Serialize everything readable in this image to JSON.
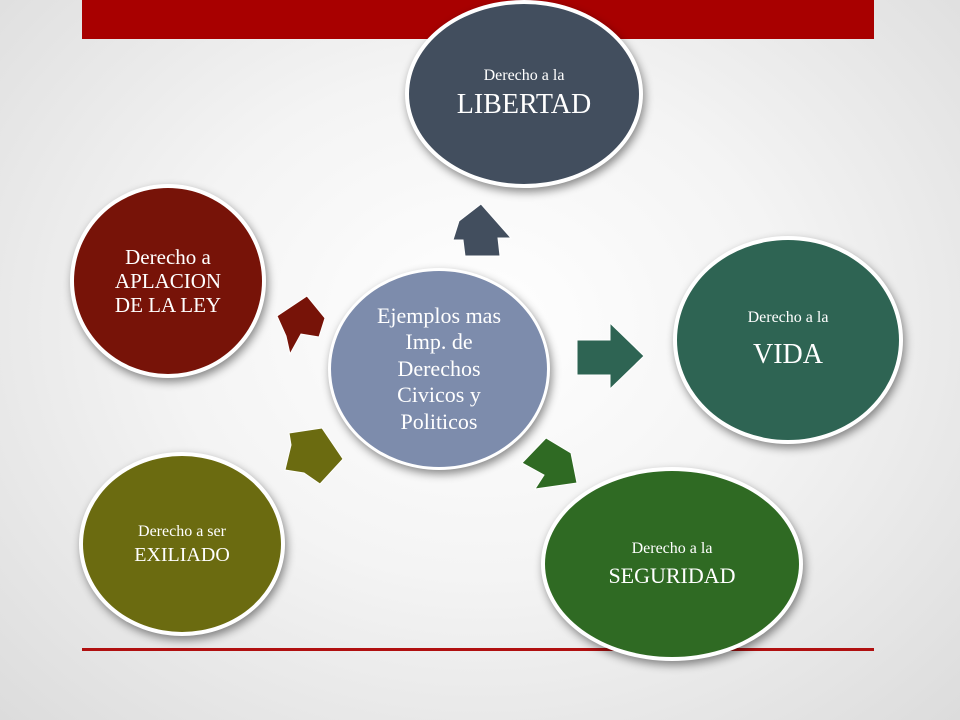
{
  "colors": {
    "top_bar": "#a80000",
    "bottom_line": "#b01010",
    "center": "#7d8cac",
    "libertad": "#424e5e",
    "vida": "#2e6453",
    "seguridad": "#2f6a23",
    "exiliado": "#6b6b10",
    "aplicacion": "#771308"
  },
  "center": {
    "lines": [
      "Ejemplos mas",
      "Imp. de",
      "Derechos",
      "Civicos y",
      "Politicos"
    ]
  },
  "nodes": {
    "libertad": {
      "small": "Derecho  a la",
      "large": "LIBERTAD"
    },
    "vida": {
      "small": "Derecho  a la",
      "large": "VIDA"
    },
    "seguridad": {
      "small": "Derecho a la",
      "large": "SEGURIDAD"
    },
    "exiliado": {
      "small": "Derecho  a ser",
      "large": "EXILIADO"
    },
    "aplicacion": {
      "lines": [
        "Derecho a",
        "APLACION",
        "DE LA LEY"
      ]
    }
  }
}
